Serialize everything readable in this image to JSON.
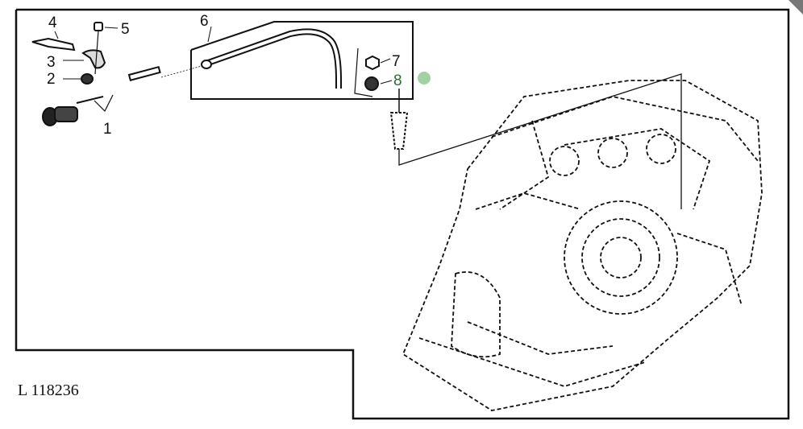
{
  "diagram": {
    "figure_id": "L 118236",
    "callouts": [
      "1",
      "2",
      "3",
      "4",
      "5",
      "6",
      "7",
      "8"
    ],
    "highlighted_callout": "8",
    "highlight_color": "#8fc48f"
  }
}
